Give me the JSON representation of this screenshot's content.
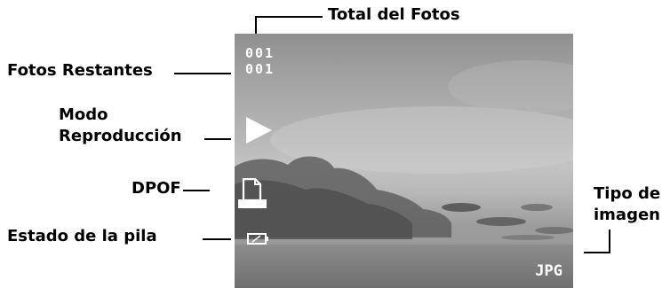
{
  "callouts": {
    "total_fotos": "Total del Fotos",
    "fotos_restantes": "Fotos Restantes",
    "modo_reproduccion_line1": "Modo",
    "modo_reproduccion_line2": "Reproducción",
    "dpof": "DPOF",
    "estado_pila": "Estado de la pila",
    "tipo_imagen_line1": "Tipo de",
    "tipo_imagen_line2": "imagen"
  },
  "screen": {
    "total_count": "001",
    "remaining_count": "001",
    "file_type": "JPG",
    "icons": [
      "play-icon",
      "print-dpof-icon",
      "battery-icon"
    ]
  }
}
